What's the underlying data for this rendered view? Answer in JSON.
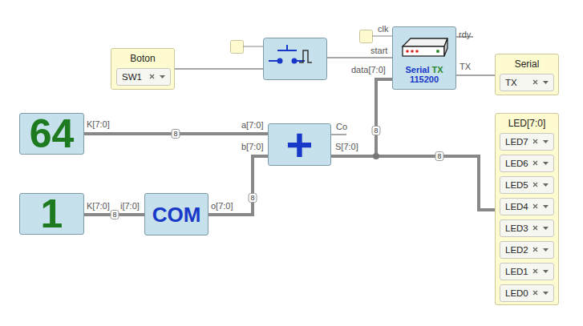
{
  "diagram": {
    "nodes": [
      {
        "text": [
          "Boton"
        ]
      },
      {
        "text": [
          "SW1"
        ],
        "in": 0
      },
      {
        "text": [
          "Serial",
          "TX",
          "115200"
        ]
      },
      {
        "text": [
          "Serial"
        ]
      },
      {
        "text": [
          "TX"
        ],
        "in": 3
      },
      {
        "text": [
          "64"
        ]
      },
      {
        "text": [
          "+"
        ]
      },
      {
        "text": [
          "LED[7:0]"
        ]
      },
      {
        "text": [
          "LED7"
        ],
        "in": 7
      },
      {
        "text": [
          "LED6"
        ],
        "in": 7
      },
      {
        "text": [
          "LED5"
        ],
        "in": 7
      },
      {
        "text": [
          "LED4"
        ],
        "in": 7
      },
      {
        "text": [
          "LED3"
        ],
        "in": 7
      },
      {
        "text": [
          "LED2"
        ],
        "in": 7
      },
      {
        "text": [
          "LED1"
        ],
        "in": 7
      },
      {
        "text": [
          "LED0"
        ],
        "in": 7
      },
      {
        "text": [
          "1"
        ]
      },
      {
        "text": [
          "COM"
        ]
      }
    ],
    "edges": [
      {
        "from": 5,
        "to": 6,
        "label": "8",
        "arrow": "none"
      },
      {
        "from": 16,
        "to": 17,
        "label": "8",
        "arrow": "none"
      },
      {
        "from": 17,
        "to": 6,
        "label": "8",
        "arrow": "none"
      },
      {
        "from": 6,
        "to": 2,
        "label": "8",
        "arrow": "none"
      },
      {
        "from": 6,
        "to": 7,
        "label": "8",
        "arrow": "none"
      },
      {
        "from": 2,
        "to": 3,
        "arrow": "none"
      }
    ],
    "labels": [
      "K[7:0]",
      "a[7:0]",
      "b[7:0]",
      "Co",
      "S[7:0]",
      "K[7:0]",
      "i[7:0]",
      "o[7:0]",
      "clk",
      "start",
      "data[7:0]",
      "rdy",
      "TX"
    ]
  }
}
